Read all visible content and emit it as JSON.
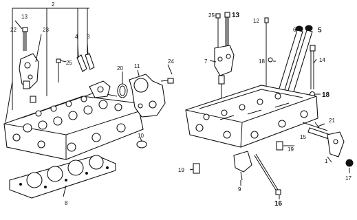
{
  "labels": {
    "l1": "1",
    "l2": "2",
    "l3": "3",
    "l4": "4",
    "l5": "5",
    "l6": "6",
    "l7": "7",
    "l8": "8",
    "l9": "9",
    "l10": "10",
    "l11": "11",
    "l12": "12",
    "l13": "13",
    "l13b": "13",
    "l14": "14",
    "l15": "15",
    "l16": "16",
    "l17": "17",
    "l18": "18",
    "l18b": "18",
    "l19": "19",
    "l19b": "19",
    "l20": "20",
    "l21": "21",
    "l22": "22",
    "l23": "23",
    "l24": "24",
    "l25": "25",
    "l25b": "25"
  }
}
